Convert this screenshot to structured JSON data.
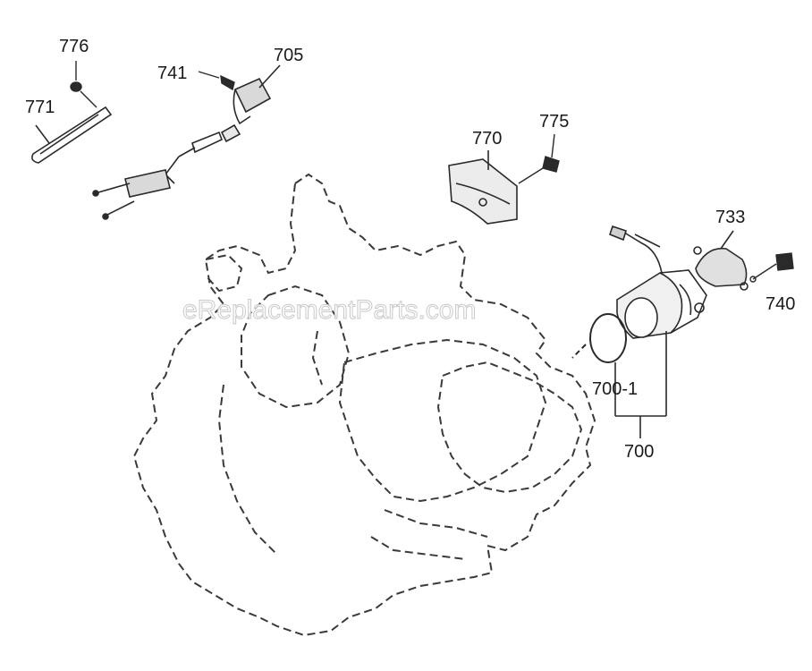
{
  "labels": {
    "p776": "776",
    "p741": "741",
    "p705": "705",
    "p771": "771",
    "p770": "770",
    "p775": "775",
    "p733": "733",
    "p740": "740",
    "p700_1": "700-1",
    "p700": "700"
  },
  "watermark": "eReplacementParts.com",
  "colors": {
    "line": "#2a2a2a",
    "dash": "#3a3a3a",
    "background": "#ffffff"
  }
}
